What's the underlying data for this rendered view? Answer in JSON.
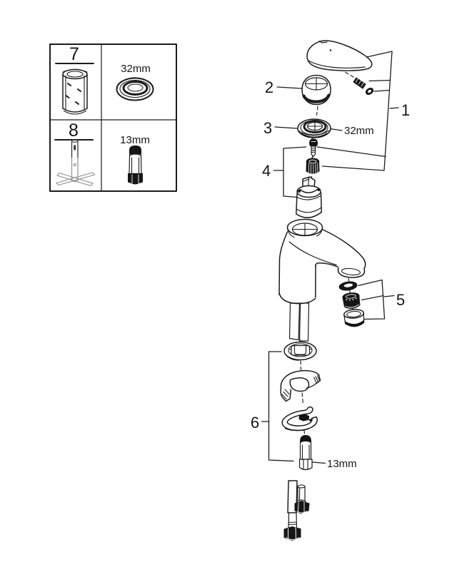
{
  "colors": {
    "background": "#ffffff",
    "line": "#1c1c1c"
  },
  "tools_table": {
    "rows": [
      {
        "number": "7",
        "size": "32mm"
      },
      {
        "number": "8",
        "size": "13mm"
      }
    ]
  },
  "callouts": {
    "n1": "1",
    "n2": "2",
    "n3": "3",
    "n4": "4",
    "n5": "5",
    "n6": "6",
    "ring_size": "32mm",
    "stud_size": "13mm"
  }
}
